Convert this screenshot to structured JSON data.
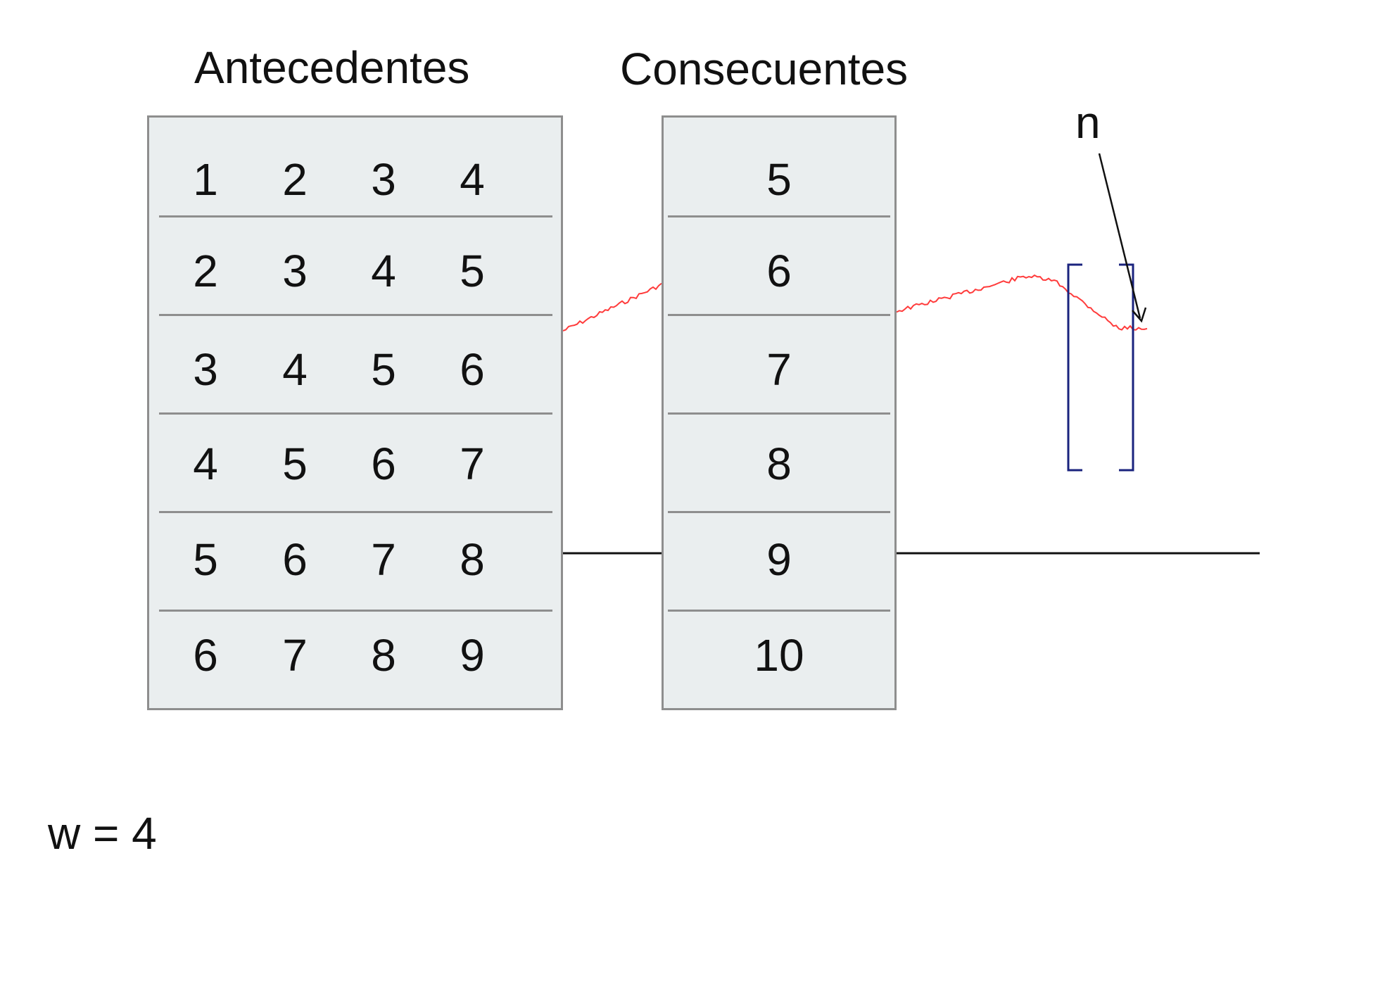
{
  "headings": {
    "antecedentes": "Antecedentes",
    "consecuentes": "Consecuentes"
  },
  "antecedentes_rows": [
    [
      "1",
      "2",
      "3",
      "4"
    ],
    [
      "2",
      "3",
      "4",
      "5"
    ],
    [
      "3",
      "4",
      "5",
      "6"
    ],
    [
      "4",
      "5",
      "6",
      "7"
    ],
    [
      "5",
      "6",
      "7",
      "8"
    ],
    [
      "6",
      "7",
      "8",
      "9"
    ]
  ],
  "consecuentes_rows": [
    "5",
    "6",
    "7",
    "8",
    "9",
    "10"
  ],
  "window_label": "n",
  "window_size_label": "w = 4",
  "colors": {
    "panel_fill": "#eaeeef",
    "panel_border": "#8e8e8e",
    "series_line": "#ff3b3b",
    "window_bracket": "#1a237e",
    "baseline": "#111111"
  }
}
